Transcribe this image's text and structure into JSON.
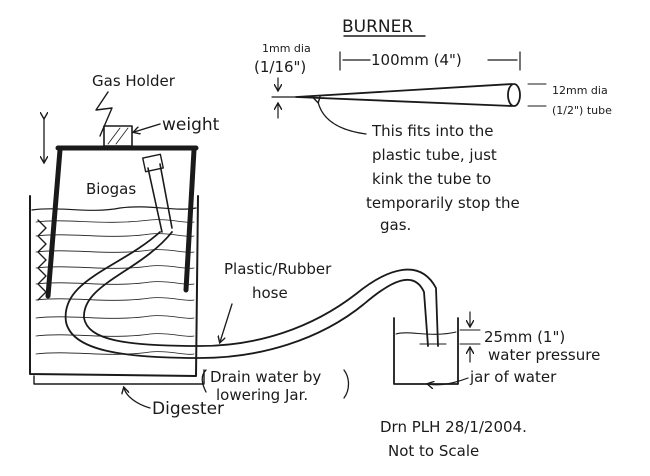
{
  "burner": {
    "title": "BURNER",
    "tip_diameter": "1mm dia",
    "tip_diameter_inch": "(1/16\")",
    "length": "100mm (4\")",
    "tube_diameter": "12mm dia",
    "tube_diameter_inch": "(1/2\") tube",
    "note_lines": [
      "This fits into the",
      "plastic tube, just",
      "kink the tube to",
      "temporarily stop the",
      "gas."
    ]
  },
  "gas_holder": {
    "label": "Gas Holder",
    "weight_label": "weight",
    "biogas_label": "Biogas"
  },
  "hose": {
    "label_line1": "Plastic/Rubber",
    "label_line2": "hose"
  },
  "jar": {
    "depth": "25mm (1\")",
    "pressure_label": "water pressure",
    "jar_label": "jar of water"
  },
  "digester": {
    "drain_line1": "Drain water by",
    "drain_line2": "lowering Jar.",
    "label": "Digester"
  },
  "credits": {
    "drawn_by": "Drn PLH  28/1/2004.",
    "scale_note": "Not to Scale"
  },
  "colors": {
    "ink": "#1a1a1a",
    "paper": "#ffffff"
  }
}
